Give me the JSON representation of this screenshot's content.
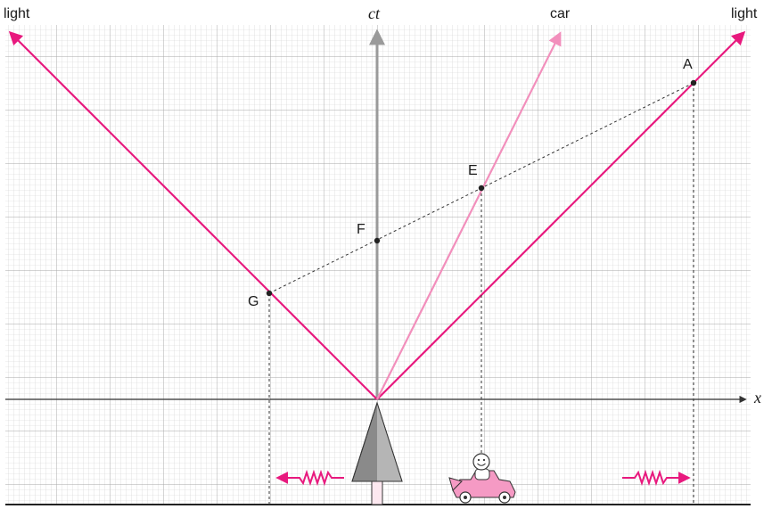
{
  "labels": {
    "ct_axis": "ct",
    "x_axis": "x",
    "light_left": "light",
    "light_right": "light",
    "car": "car",
    "point_a": "A",
    "point_e": "E",
    "point_f": "F",
    "point_g": "G"
  },
  "colors": {
    "background": "#ffffff",
    "grid": "#c9c9c9",
    "light_ray": "#e8197e",
    "car_worldline": "#f28fbc",
    "ct_axis": "#9a9a9a",
    "x_axis": "#333333",
    "dashed": "#333333",
    "car_body": "#f59ac4",
    "tree": "#8a8a8a"
  },
  "icons": {
    "tree": "tree-icon",
    "car": "car-icon",
    "driver": "smiley-icon",
    "wave_left": "leftward-light-pulse-icon",
    "wave_right": "rightward-light-pulse-icon"
  }
}
